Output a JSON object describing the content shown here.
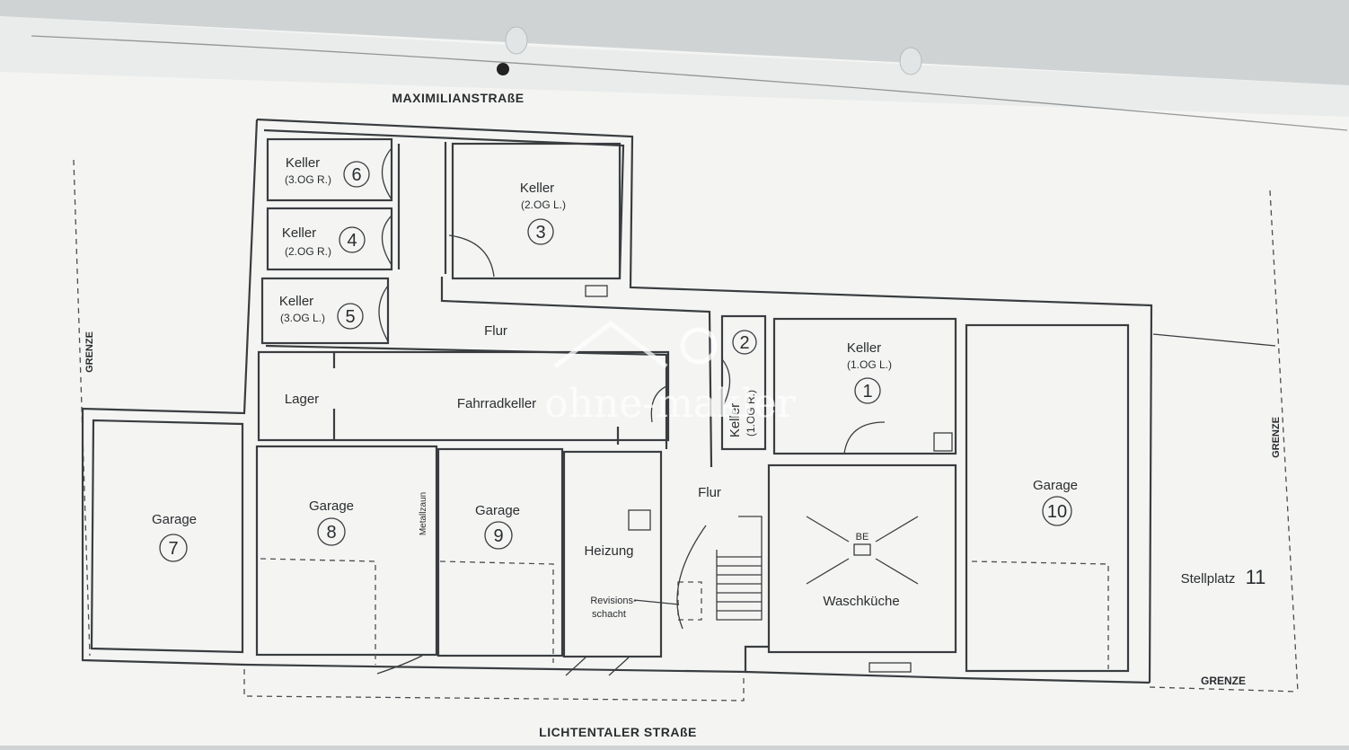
{
  "streets": {
    "top": "MAXIMILIANSTRAßE",
    "bottom": "LICHTENTALER STRAßE"
  },
  "boundaries": {
    "left": "GRENZE",
    "right": "GRENZE",
    "bottom_right": "GRENZE"
  },
  "rooms": {
    "keller6": {
      "name": "Keller",
      "sub": "(3.OG R.)",
      "num": "6"
    },
    "keller4": {
      "name": "Keller",
      "sub": "(2.OG R.)",
      "num": "4"
    },
    "keller5": {
      "name": "Keller",
      "sub": "(3.OG L.)",
      "num": "5"
    },
    "keller3": {
      "name": "Keller",
      "sub": "(2.OG L.)",
      "num": "3"
    },
    "keller2": {
      "name": "Keller",
      "sub": "(1.OG R.)",
      "num": "2"
    },
    "keller1": {
      "name": "Keller",
      "sub": "(1.OG L.)",
      "num": "1"
    },
    "flur_upper": "Flur",
    "flur_lower": "Flur",
    "lager": "Lager",
    "fahrradkeller": "Fahrradkeller",
    "garage7": {
      "name": "Garage",
      "num": "7"
    },
    "garage8": {
      "name": "Garage",
      "num": "8"
    },
    "garage9": {
      "name": "Garage",
      "num": "9"
    },
    "garage10": {
      "name": "Garage",
      "num": "10"
    },
    "metallzaun": "Metallzaun",
    "heizung": "Heizung",
    "revisionsschacht": [
      "Revisions-",
      "schacht"
    ],
    "be": "BE",
    "waschkueche": "Waschküche",
    "stellplatz": {
      "name": "Stellplatz",
      "num": "11"
    }
  },
  "watermark": "ohne-makler",
  "colors": {
    "paper": "#f4f5f3",
    "line": "#3a3d40",
    "background": "#cfd3d4"
  }
}
